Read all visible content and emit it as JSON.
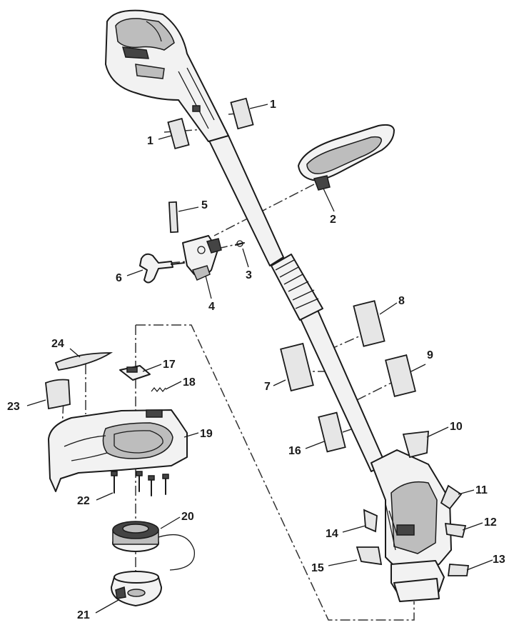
{
  "callouts": [
    {
      "id": "c1a",
      "text": "1"
    },
    {
      "id": "c1b",
      "text": "1"
    },
    {
      "id": "c2",
      "text": "2"
    },
    {
      "id": "c3",
      "text": "3"
    },
    {
      "id": "c4",
      "text": "4"
    },
    {
      "id": "c5",
      "text": "5"
    },
    {
      "id": "c6",
      "text": "6"
    },
    {
      "id": "c7",
      "text": "7"
    },
    {
      "id": "c8",
      "text": "8"
    },
    {
      "id": "c9",
      "text": "9"
    },
    {
      "id": "c10",
      "text": "10"
    },
    {
      "id": "c11",
      "text": "11"
    },
    {
      "id": "c12",
      "text": "12"
    },
    {
      "id": "c13",
      "text": "13"
    },
    {
      "id": "c14",
      "text": "14"
    },
    {
      "id": "c15",
      "text": "15"
    },
    {
      "id": "c16",
      "text": "16"
    },
    {
      "id": "c17",
      "text": "17"
    },
    {
      "id": "c18",
      "text": "18"
    },
    {
      "id": "c19",
      "text": "19"
    },
    {
      "id": "c20",
      "text": "20"
    },
    {
      "id": "c21",
      "text": "21"
    },
    {
      "id": "c22",
      "text": "22"
    },
    {
      "id": "c23",
      "text": "23"
    },
    {
      "id": "c24",
      "text": "24"
    }
  ]
}
